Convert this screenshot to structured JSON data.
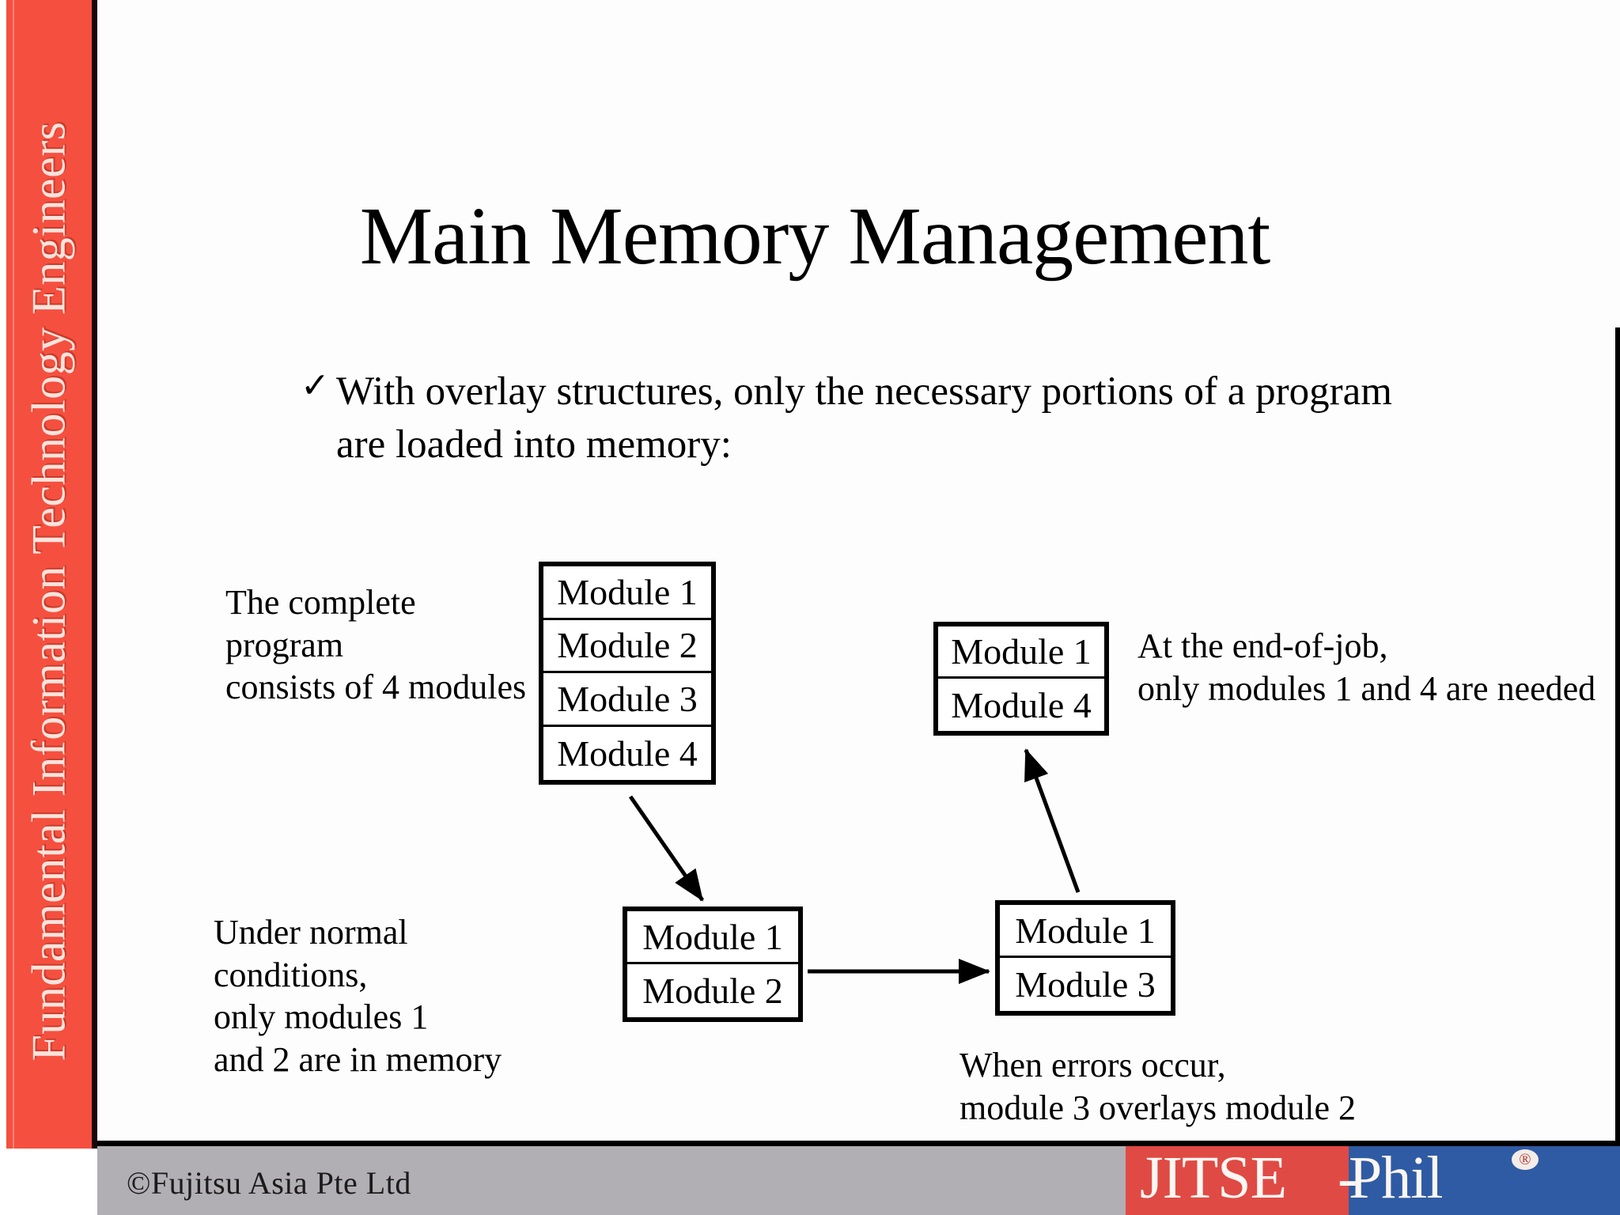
{
  "sidebar": {
    "label": "Fundamental Information Technology Engineers",
    "color": "#f5503f"
  },
  "slide": {
    "title": "Main Memory Management",
    "bullet_marker": "check-mark",
    "bullet_text": "With overlay structures, only the necessary portions of a program are loaded into memory:"
  },
  "diagram": {
    "boxes": [
      {
        "id": "complete-program",
        "rows": [
          "Module 1",
          "Module 2",
          "Module 3",
          "Module 4"
        ]
      },
      {
        "id": "end-of-job",
        "rows": [
          "Module 1",
          "Module 4"
        ]
      },
      {
        "id": "normal-conditions",
        "rows": [
          "Module 1",
          "Module 2"
        ]
      },
      {
        "id": "error-overlay",
        "rows": [
          "Module 1",
          "Module 3"
        ]
      }
    ],
    "annotations": {
      "complete_program": "The complete program\nconsists of 4 modules",
      "end_of_job": "At the end-of-job,\nonly modules 1 and 4 are needed",
      "normal_conditions": "Under normal conditions,\nonly modules 1\nand 2 are in memory",
      "errors": "When errors occur,\nmodule 3 overlays module 2"
    }
  },
  "footer": {
    "copyright": "©Fujitsu Asia Pte Ltd",
    "logo": {
      "red_text": "JITSE",
      "dash": "-",
      "blue_text": "Phil",
      "registered_mark": "®",
      "red_color": "#e04a44",
      "blue_color": "#2f5ba4"
    },
    "bar_color": "#b1afb4"
  }
}
